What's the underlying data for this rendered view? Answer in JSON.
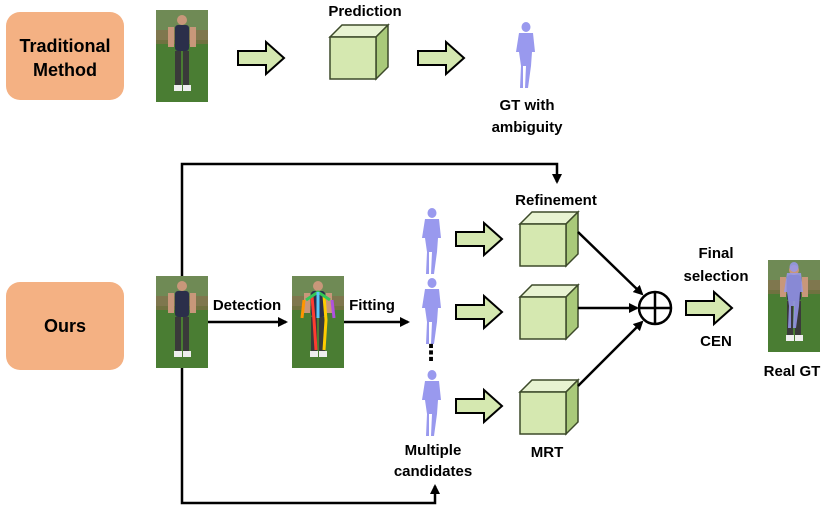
{
  "traditional": {
    "label_line1": "Traditional",
    "label_line2": "Method",
    "prediction_label": "Prediction",
    "gt_line1": "GT with",
    "gt_line2": "ambiguity"
  },
  "ours": {
    "label": "Ours",
    "detection_label": "Detection",
    "fitting_label": "Fitting",
    "ellipsis": "⋮",
    "multiple_line1": "Multiple",
    "multiple_line2": "candidates",
    "refinement_label": "Refinement",
    "mrt_label": "MRT",
    "final_line1": "Final",
    "final_line2": "selection",
    "cen_label": "CEN",
    "real_gt_label": "Real GT"
  },
  "colors": {
    "method_box": "#F4B183",
    "arrow_fill": "#D5E8B0",
    "cube_front": "#D5E8B0",
    "cube_top": "#E8F3D2",
    "cube_side": "#A9C97A",
    "mesh": "#9999EE",
    "grass": "#3F7A2A"
  },
  "icons": [
    "photo-person",
    "keypoint-overlay-photo",
    "body-mesh-figure",
    "cube-network",
    "oplus-combine"
  ]
}
